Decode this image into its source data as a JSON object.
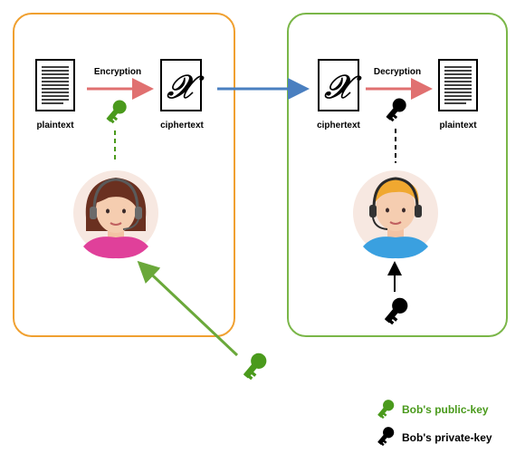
{
  "labels": {
    "encryption": "Encryption",
    "decryption": "Decryption",
    "plaintext_left": "plaintext",
    "ciphertext_left": "ciphertext",
    "ciphertext_right": "ciphertext",
    "plaintext_right": "plaintext",
    "cipher_glyph": "𝒳",
    "cipher_glyph_right": "𝒳"
  },
  "legend": {
    "public_key": "Bob's public-key",
    "private_key": "Bob's private-key"
  },
  "colors": {
    "sender_box": "#f0a030",
    "receiver_box": "#7ab648",
    "public_key": "#4a9a1c",
    "private_key": "#000000",
    "process_arrow": "#e07070",
    "transfer_arrow": "#4a7fc0",
    "alice_shirt": "#e0409a",
    "bob_shirt": "#3aa0e0"
  },
  "icons": {
    "document": "document-icon",
    "cipher": "cipher-text-icon",
    "public_key": "green-key-icon",
    "private_key": "black-key-icon",
    "alice": "alice-avatar",
    "bob": "bob-avatar"
  }
}
